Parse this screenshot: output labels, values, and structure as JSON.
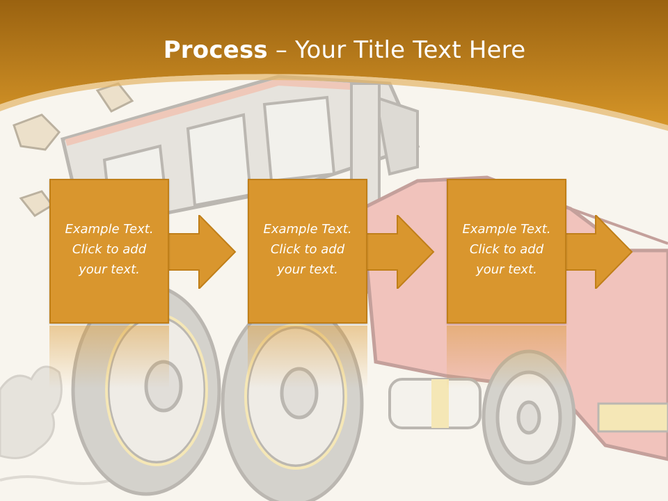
{
  "slide": {
    "title_strong": "Process",
    "title_rest": " – Your Title Text Here",
    "steps": [
      {
        "text": "Example Text.\nClick  to add\nyour text."
      },
      {
        "text": "Example Text.\nClick  to add\nyour text."
      },
      {
        "text": "Example Text.\nClick  to add\nyour text."
      }
    ]
  },
  "colors": {
    "header": "#c98a1e",
    "box": "#d9962e",
    "background": "#f8f5ee"
  }
}
